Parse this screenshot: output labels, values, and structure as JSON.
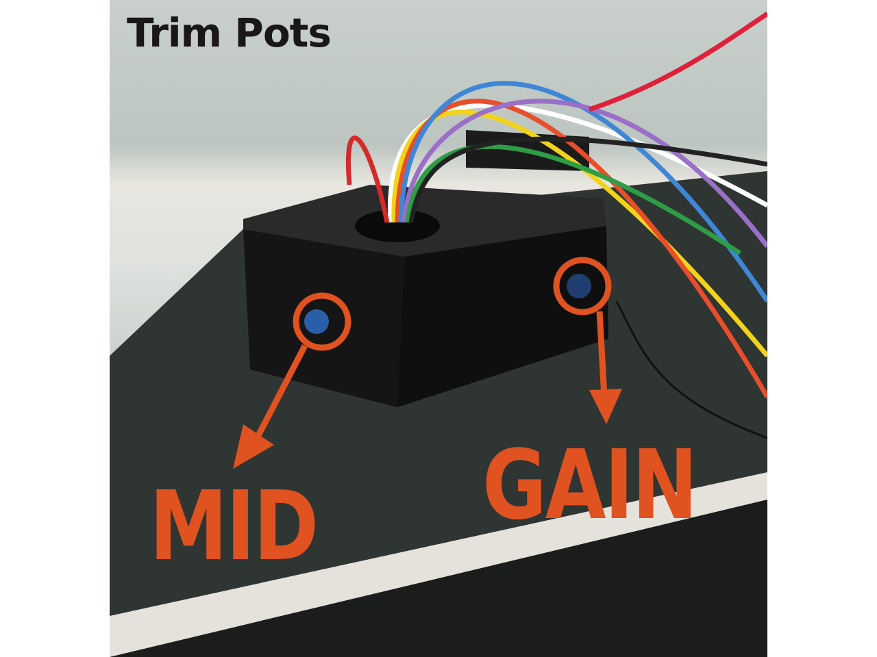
{
  "title": "Trim Pots",
  "labels": {
    "mid": "MID",
    "gain": "GAIN"
  },
  "colors": {
    "accent": "#e0521f",
    "title": "#1a1717"
  }
}
